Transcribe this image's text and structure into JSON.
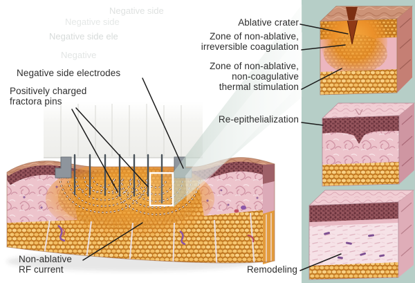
{
  "figure": {
    "labels": {
      "negative_side_electrodes": "Negative side electrodes",
      "fractora_pins": "Positively charged\nfractora pins",
      "rf_current": "Non-ablative\nRF current",
      "ablative_crater": "Ablative crater",
      "zone_irreversible": "Zone of non-ablative,\nirreversible coagulation",
      "zone_thermal": "Zone of non-ablative,\nnon-coagulative\nthermal stimulation",
      "re_epithelialization": "Re-epithelialization",
      "remodeling": "Remodeling"
    },
    "watermarks": [
      "Negative side",
      "Negative side",
      "Negative side ele",
      "Negative"
    ],
    "colors": {
      "panel_backdrop": "#b6cec7",
      "label_text": "#2d2d2d",
      "leader_line": "#1b1b1b",
      "heated_zone_orange": "#f0a035",
      "fat_layer": "#db912c",
      "epidermis_maroon": "#95545c",
      "dermis_pink": "#edc4cc",
      "device_gray": "#8e959d",
      "highlight_box": "#ffffff"
    }
  }
}
